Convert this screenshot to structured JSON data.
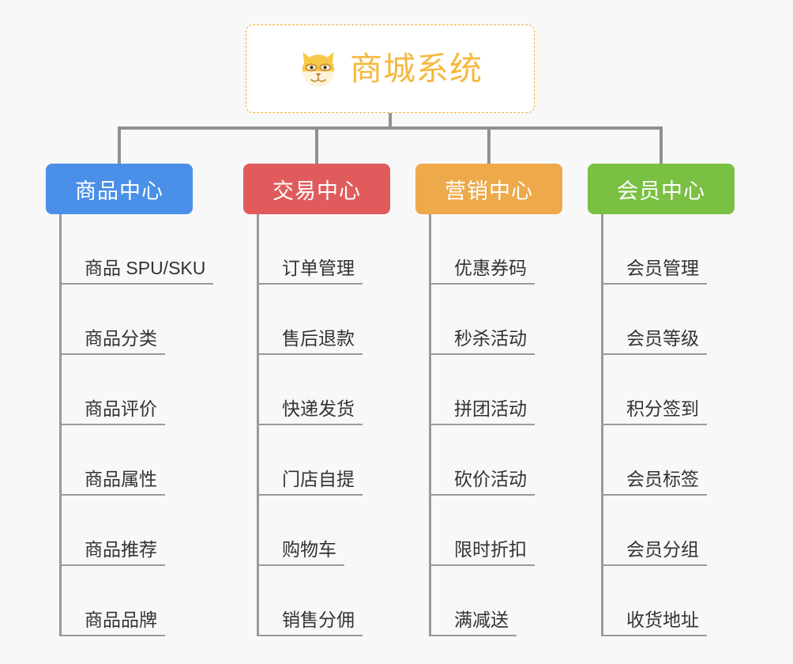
{
  "diagram": {
    "type": "organization-tree",
    "background_color": "#f8f8f8",
    "root": {
      "title": "商城系统",
      "icon": "shiba-inu-dog-icon",
      "text_color": "#f5b83d",
      "border_color": "#f0ae3c",
      "border_style": "dashed",
      "background_color": "#ffffff"
    },
    "connector_color": "#909090",
    "branches": [
      {
        "label": "商品中心",
        "color": "#4a90e8",
        "items": [
          "商品 SPU/SKU",
          "商品分类",
          "商品评价",
          "商品属性",
          "商品推荐",
          "商品品牌"
        ]
      },
      {
        "label": "交易中心",
        "color": "#e05c5c",
        "items": [
          "订单管理",
          "售后退款",
          "快递发货",
          "门店自提",
          "购物车",
          "销售分佣"
        ]
      },
      {
        "label": "营销中心",
        "color": "#eda94a",
        "items": [
          "优惠券码",
          "秒杀活动",
          "拼团活动",
          "砍价活动",
          "限时折扣",
          "满减送"
        ]
      },
      {
        "label": "会员中心",
        "color": "#7ac043",
        "items": [
          "会员管理",
          "会员等级",
          "积分签到",
          "会员标签",
          "会员分组",
          "收货地址"
        ]
      }
    ]
  }
}
